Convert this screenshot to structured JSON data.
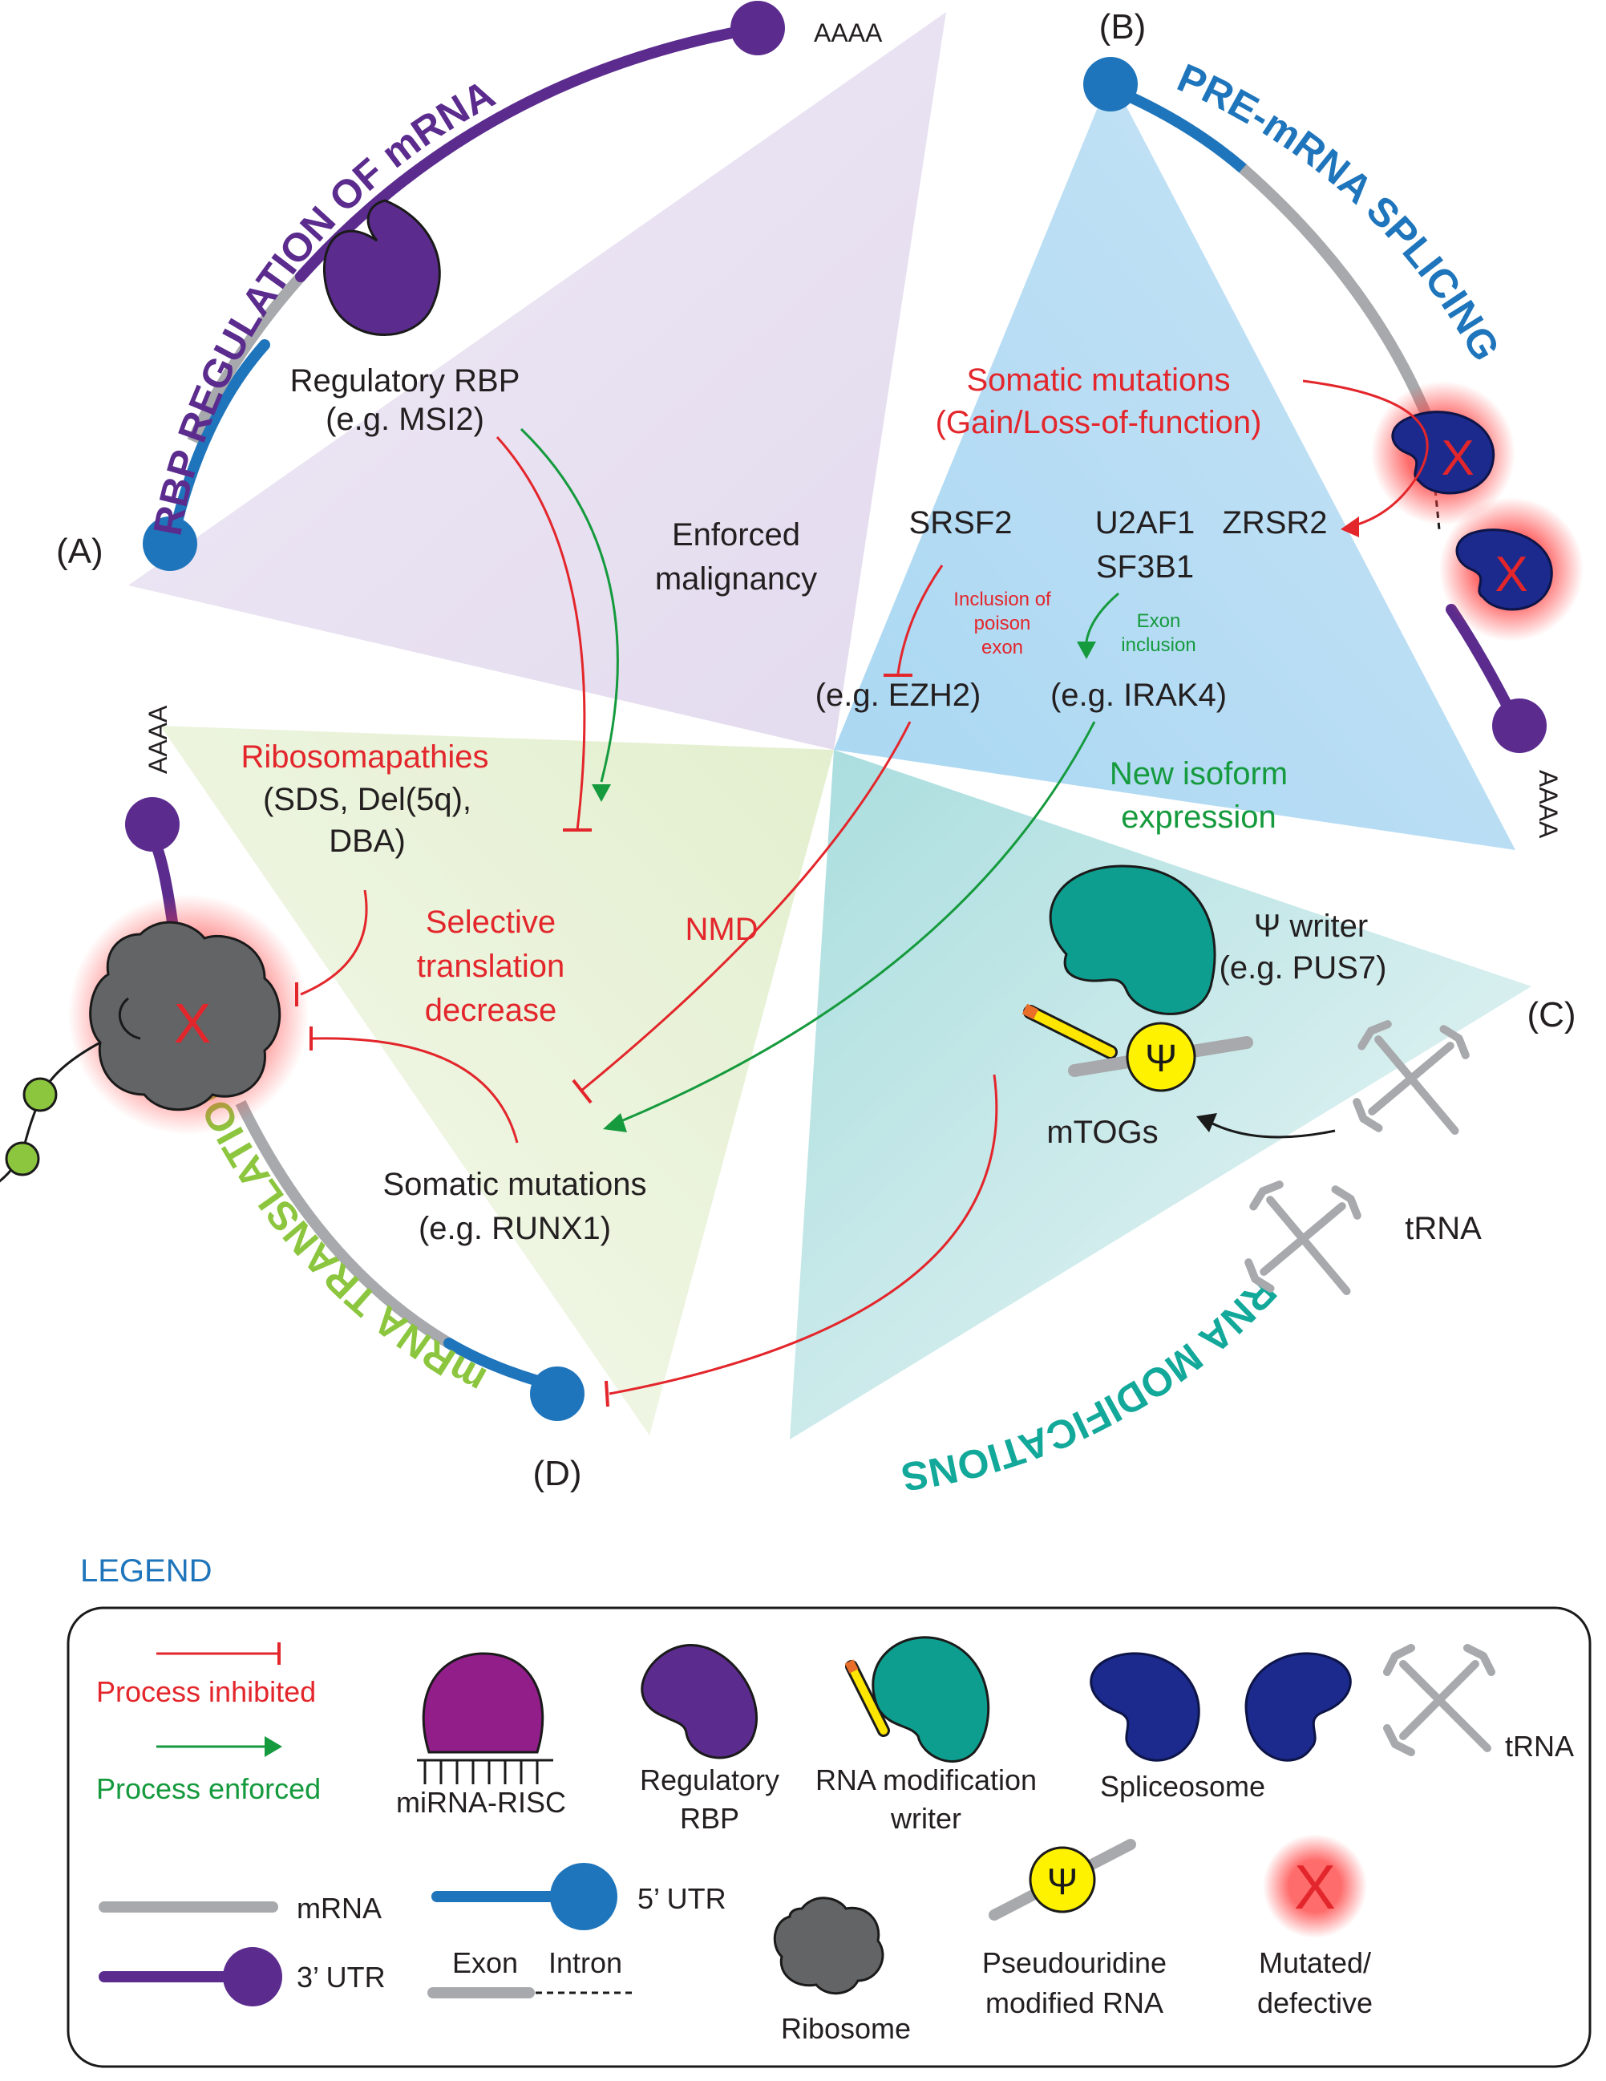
{
  "sections": {
    "a": {
      "letter": "(A)",
      "title": "RBP REGULATION OF mRNA",
      "polya": "AAAA"
    },
    "b": {
      "letter": "(B)",
      "title": "PRE-mRNA SPLICING",
      "polya": "AAAA"
    },
    "c": {
      "letter": "(C)",
      "title": "RNA MODIFICATIONS"
    },
    "d": {
      "letter": "(D)",
      "title": "mRNA TRANSLATION",
      "polya": "AAAA"
    }
  },
  "labels": {
    "regulatory_rbp_1": "Regulatory RBP",
    "regulatory_rbp_2": "(e.g. MSI2)",
    "enforced_1": "Enforced",
    "enforced_2": "malignancy",
    "somatic_splice_1": "Somatic mutations",
    "somatic_splice_2": "(Gain/Loss-of-function)",
    "srsf2": "SRSF2",
    "u2af1": "U2AF1",
    "sf3b1": "SF3B1",
    "zrsr2": "ZRSR2",
    "poison_1": "Inclusion of",
    "poison_2": "poison",
    "poison_3": "exon",
    "exon_inc_1": "Exon",
    "exon_inc_2": "inclusion",
    "ezh2": "(e.g. EZH2)",
    "irak4": "(e.g. IRAK4)",
    "isoform_1": "New isoform",
    "isoform_2": "expression",
    "ribo_1": "Ribosomapathies",
    "ribo_2": "(SDS, Del(5q),",
    "ribo_3": "DBA)",
    "selective_1": "Selective",
    "selective_2": "translation",
    "selective_3": "decrease",
    "nmd": "NMD",
    "somatic_trans_1": "Somatic mutations",
    "somatic_trans_2": "(e.g. RUNX1)",
    "psi_writer_1": "Ψ writer",
    "psi_writer_2": "(e.g. PUS7)",
    "psi": "Ψ",
    "mtogs": "mTOGs",
    "trna": "tRNA",
    "mutation_mark": "X"
  },
  "legend": {
    "heading": "LEGEND",
    "process_inhibited": "Process inhibited",
    "process_enforced": "Process enforced",
    "mirna_risc": "miRNA-RISC",
    "regulatory_rbp_1": "Regulatory",
    "regulatory_rbp_2": "RBP",
    "writer_1": "RNA modification",
    "writer_2": "writer",
    "spliceosome": "Spliceosome",
    "trna": "tRNA",
    "mrna": "mRNA",
    "utr5": "5’ UTR",
    "utr3": "3’ UTR",
    "exon": "Exon",
    "intron": "Intron",
    "ribosome": "Ribosome",
    "pseudo_1": "Pseudouridine",
    "pseudo_2": "modified RNA",
    "psi": "Ψ",
    "mutated_1": "Mutated/",
    "mutated_2": "defective",
    "x_mark": "X"
  },
  "colors": {
    "purple": "#5b2c8e",
    "blue": "#1f75bb",
    "grey": "#a7a9ac",
    "red": "#e3262b",
    "green": "#159a3d",
    "teal": "#0e9e8f",
    "navy": "#1b2a8c",
    "ribosome": "#636466",
    "title_d": "#8cc63f",
    "title_c": "#12a89a"
  }
}
